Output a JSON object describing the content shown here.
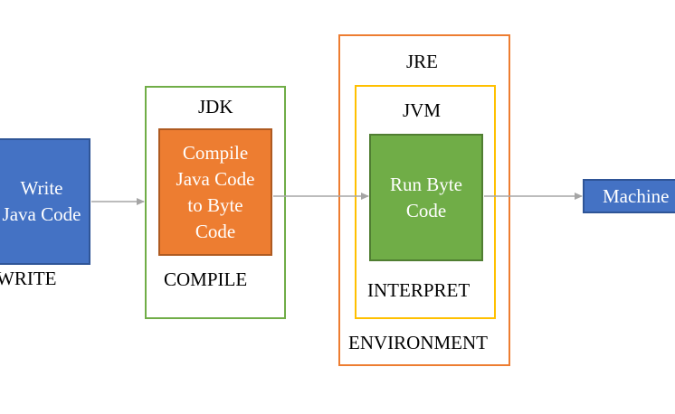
{
  "write": {
    "box_text": "Write\nJava Code",
    "label": "WRITE"
  },
  "jdk": {
    "title": "JDK",
    "box_text": "Compile\nJava Code\nto Byte\nCode",
    "label": "COMPILE"
  },
  "jre": {
    "title": "JRE",
    "label": "ENVIRONMENT"
  },
  "jvm": {
    "title": "JVM",
    "box_text": "Run Byte\nCode",
    "label": "INTERPRET"
  },
  "machine": {
    "box_text": "Machine"
  },
  "colors": {
    "blue_fill": "#4472c4",
    "blue_border": "#2f5597",
    "orange_fill": "#ed7d31",
    "orange_border": "#ae5a21",
    "green_fill": "#70ad47",
    "green_border": "#507e32",
    "jdk_border": "#70ad47",
    "jre_border": "#ed7d31",
    "jvm_border": "#ffc000",
    "arrow": "#a5a5a5"
  }
}
